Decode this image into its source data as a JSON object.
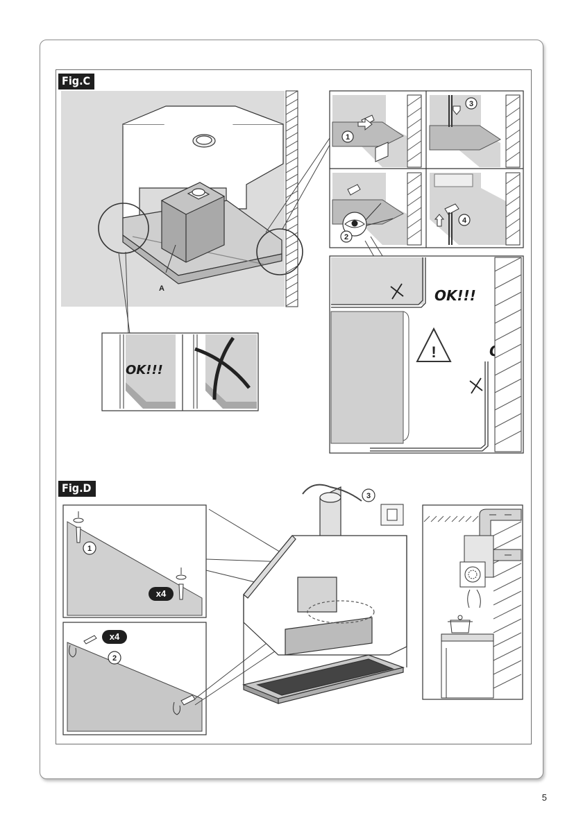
{
  "figures": {
    "c": {
      "label": "Fig.C",
      "part_label": "A"
    },
    "d": {
      "label": "Fig.D"
    }
  },
  "steps": [
    "1",
    "2",
    "3",
    "4"
  ],
  "callouts": {
    "ok_triple": "OK!!!",
    "ok_single": "OK!",
    "warning_symbol": "!",
    "quantity": "x4"
  },
  "page_number": "5",
  "icons": [
    "eye-icon",
    "warning-triangle-icon",
    "cross-mark-icon",
    "arrow-icon",
    "screw-icon",
    "pot-icon",
    "fan-icon"
  ]
}
